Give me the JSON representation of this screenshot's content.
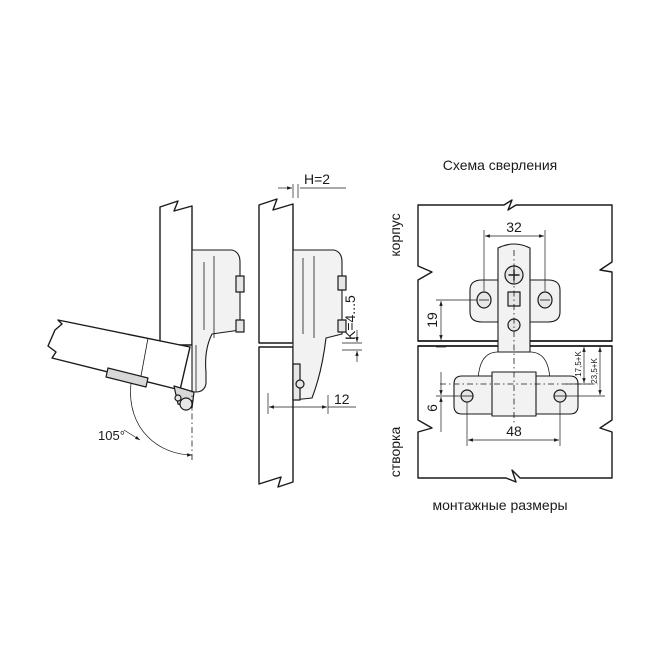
{
  "drilling_scheme": {
    "title": "Схема сверления",
    "subtitle": "монтажные размеры",
    "label_body": "корпус",
    "label_door": "створка",
    "dim_cup_distance": "48",
    "dim_plate_holes": "32",
    "dim_plate_offset": "19",
    "dim_cup_offset": "6",
    "dim_17": "17,5+K",
    "dim_23": "23,5+K"
  },
  "side_views": {
    "opening_angle": "105°",
    "overlay_h": "H=2",
    "cup_k": "K=4...5",
    "cup_depth": "12"
  }
}
